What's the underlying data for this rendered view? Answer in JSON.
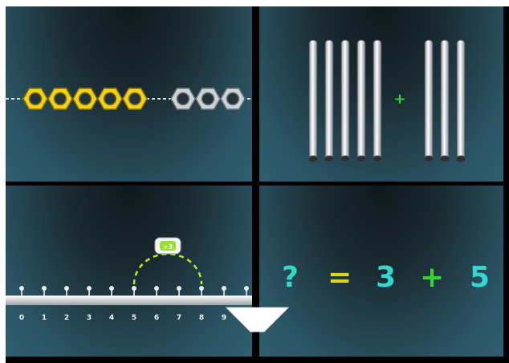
{
  "panels": {
    "nuts": {
      "yellow_count": 5,
      "silver_count": 3
    },
    "rods": {
      "left_count": 5,
      "right_count": 3,
      "operator": "+"
    },
    "number_line": {
      "ticks": [
        "0",
        "1",
        "2",
        "3",
        "4",
        "5",
        "6",
        "7",
        "8",
        "9"
      ],
      "jump_badge": "+3",
      "jump_from": 5,
      "jump_to": 8
    },
    "equation": {
      "unknown": "?",
      "equals": "=",
      "a": "3",
      "op": "+",
      "b": "5"
    }
  },
  "colors": {
    "nut_yellow": "#f2d21a",
    "nut_silver": "#cfd3d6",
    "operator_green": "#3ccf3a",
    "dash_green": "#b8e81f",
    "question_cyan": "#2fd8c7",
    "equals_yellow": "#e0d618",
    "number_cyan": "#35d6cf"
  }
}
